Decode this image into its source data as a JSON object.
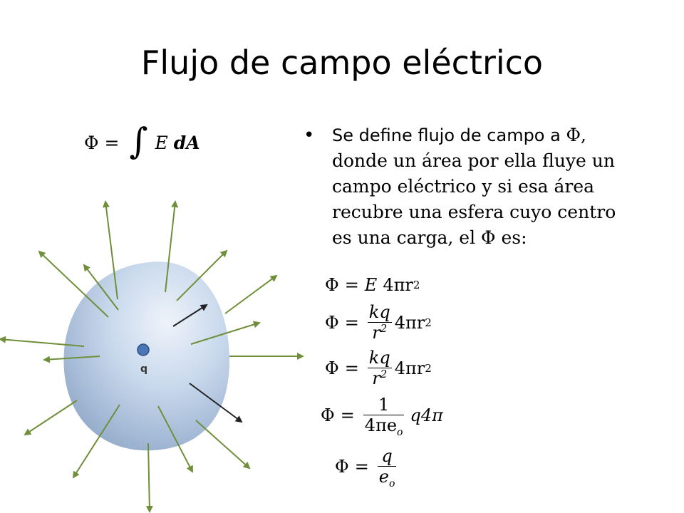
{
  "slide": {
    "title": "Flujo de campo eléctrico",
    "integral_formula": {
      "lhs": "Φ",
      "equals": "=",
      "integral": "∫",
      "field": "E",
      "element": "dA"
    },
    "bullet": {
      "marker": "•",
      "lines": [
        {
          "sans": "Se define flujo de campo a ",
          "serif": "Φ,"
        },
        {
          "serif": "donde un área por ella fluye un"
        },
        {
          "serif": "campo eléctrico y si esa área"
        },
        {
          "serif": "recubre una esfera cuyo centro"
        },
        {
          "serif": "es una carga, el Φ es:"
        }
      ]
    },
    "equations": {
      "eq1": {
        "lhs": "Φ",
        "eq": "=",
        "E": "E",
        "rest": "4πr",
        "exp": "2"
      },
      "eq2": {
        "lhs": "Φ",
        "eq": "=",
        "num": "kq",
        "den": "r",
        "den_exp": "2",
        "rest": "4πr",
        "exp": "2"
      },
      "eq3": {
        "lhs": "Φ",
        "eq": "=",
        "num": "kq",
        "den": "r",
        "den_exp": "2",
        "rest": "4πr",
        "exp": "2"
      },
      "eq4": {
        "lhs": "Φ",
        "eq": "=",
        "num": "1",
        "den": "4πe",
        "den_sub": "o",
        "rest": "q4π"
      },
      "eq5": {
        "lhs": "Φ",
        "eq": "=",
        "num": "q",
        "den": "e",
        "den_sub": "o"
      }
    },
    "figure": {
      "charge_label": "q",
      "colors": {
        "sphere_light": "#e6eef8",
        "sphere_mid": "#b7cbe3",
        "sphere_dark": "#8fa8c8",
        "arrow": "#6f8f3a",
        "charge": "#4a76b8",
        "inner_arrow": "#222222"
      }
    }
  }
}
